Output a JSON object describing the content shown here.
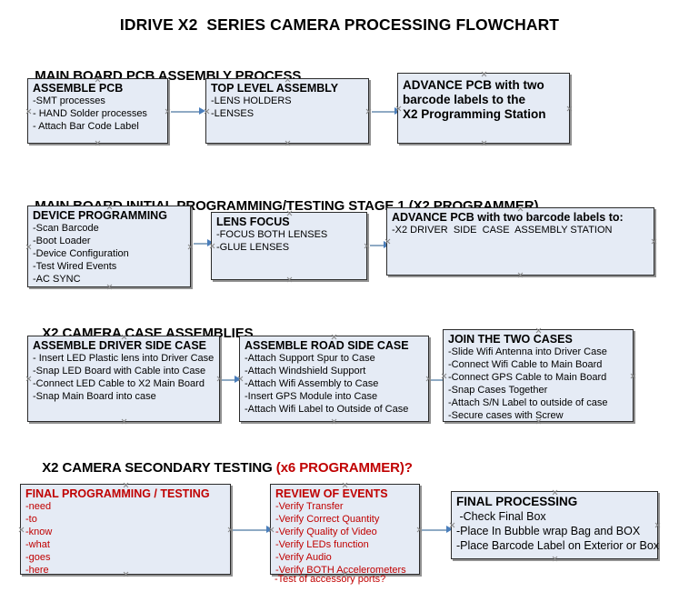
{
  "document": {
    "title": "IDRIVE X2  SERIES CAMERA PROCESSING FLOWCHART",
    "accent_red": "#c00000",
    "box_fill": "#e5ebf5",
    "box_border": "#2b2b2b",
    "arrow_color": "#4a7ebb"
  },
  "sections": [
    {
      "heading": "MAIN BOARD PCB ASSEMBLY PROCESS",
      "heading_red": "",
      "boxes": [
        {
          "title": "ASSEMBLE PCB",
          "lines": [
            "-SMT processes",
            "- HAND Solder processes",
            "- Attach Bar Code Label"
          ]
        },
        {
          "title": "TOP LEVEL ASSEMBLY",
          "lines": [
            "-LENS HOLDERS",
            "-LENSES"
          ]
        },
        {
          "title": "ADVANCE PCB with two",
          "lines": [
            "barcode labels to the",
            "X2 Programming Station"
          ]
        }
      ]
    },
    {
      "heading": "MAIN BOARD INITIAL PROGRAMMING/TESTING STAGE 1 (X2 PROGRAMMER)",
      "heading_red": "",
      "boxes": [
        {
          "title": "DEVICE PROGRAMMING",
          "lines": [
            "-Scan Barcode",
            "-Boot Loader",
            "-Device Configuration",
            "-Test Wired Events",
            "-AC SYNC"
          ]
        },
        {
          "title": "LENS FOCUS",
          "lines": [
            "-FOCUS BOTH LENSES",
            "-GLUE LENSES"
          ]
        },
        {
          "title": "ADVANCE PCB with two barcode labels to:",
          "lines": [
            "-X2 DRIVER  SIDE  CASE  ASSEMBLY STATION"
          ]
        }
      ]
    },
    {
      "heading": "X2 CAMERA CASE ASSEMBLIES",
      "heading_red": "",
      "boxes": [
        {
          "title": "ASSEMBLE DRIVER SIDE CASE",
          "lines": [
            "- Insert LED Plastic lens into Driver Case",
            "-Snap LED Board with Cable into Case",
            "-Connect LED Cable to X2 Main Board",
            "-Snap Main Board into case"
          ]
        },
        {
          "title": "ASSEMBLE ROAD SIDE CASE",
          "lines": [
            "-Attach Support Spur to Case",
            "-Attach Windshield Support",
            "-Attach Wifi Assembly to Case",
            "-Insert GPS Module into Case",
            "-Attach Wifi Label to Outside of Case"
          ]
        },
        {
          "title": "JOIN THE TWO CASES",
          "lines": [
            "-Slide Wifi Antenna into Driver Case",
            "-Connect Wifi Cable to Main Board",
            "-Connect GPS Cable to Main Board",
            "-Snap Cases Together",
            "-Attach S/N Label to outside of case",
            "-Secure cases with Screw"
          ]
        }
      ]
    },
    {
      "heading": "X2 CAMERA SECONDARY TESTING ",
      "heading_red": "(x6 PROGRAMMER)?",
      "boxes": [
        {
          "title": "FINAL PROGRAMMING / TESTING",
          "lines": [
            "-need",
            "-to",
            "-know",
            "-what",
            "-goes",
            "-here"
          ]
        },
        {
          "title": "REVIEW OF EVENTS",
          "lines": [
            "-Verify Transfer",
            "-Verify Correct Quantity",
            "-Verify Quality of Video",
            "-Verify LEDs function",
            "-Verify Audio",
            "-Verify BOTH Accelerometers"
          ],
          "overflow_line": "-Test of accessory ports?"
        },
        {
          "title": "FINAL PROCESSING",
          "lines": [
            " -Check Final Box",
            "-Place In Bubble wrap Bag and BOX",
            "-Place Barcode Label on Exterior or Box"
          ]
        }
      ]
    }
  ]
}
